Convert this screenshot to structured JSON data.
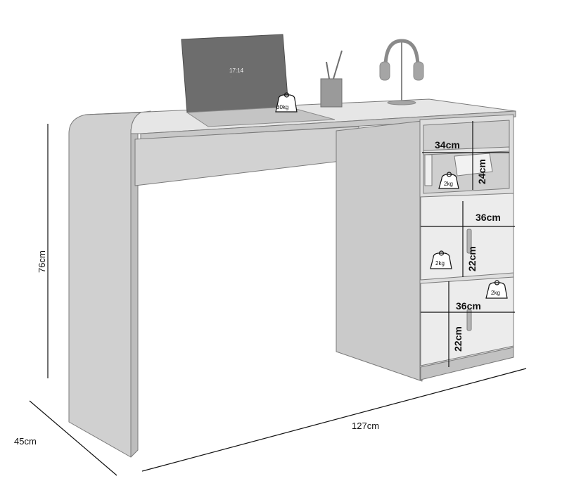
{
  "dimensions": {
    "height": "76cm",
    "depth": "45cm",
    "width": "127cm",
    "niche_width": "34cm",
    "niche_height": "24cm",
    "drawer1_width": "36cm",
    "drawer1_height": "22cm",
    "drawer2_width": "36cm",
    "drawer2_height": "22cm"
  },
  "weights": {
    "desktop": "30kg",
    "niche": "2kg",
    "drawer1": "2kg",
    "drawer2": "2kg"
  },
  "laptop": {
    "time": "17:14",
    "date": "..."
  },
  "colors": {
    "desk_light": "#e6e6e6",
    "desk_mid": "#d4d4d4",
    "desk_dark": "#bdbdbd",
    "outline": "#7a7a7a",
    "dimension_line": "#111111",
    "screen": "#6d6d6d"
  },
  "icons": [
    "weight-icon",
    "laptop-icon",
    "pen-cup-icon",
    "headphones-icon"
  ]
}
